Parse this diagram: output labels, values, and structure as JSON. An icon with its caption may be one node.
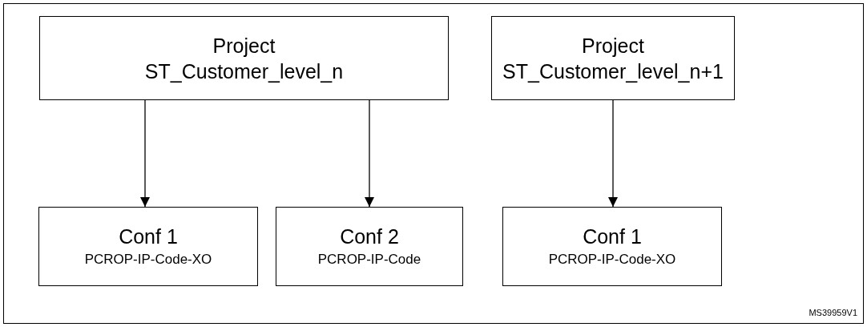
{
  "diagram": {
    "nodes": [
      {
        "text": [
          "Project",
          "ST_Customer_level_n"
        ]
      },
      {
        "text": [
          "Conf 1",
          "PCROP-IP-Code-XO"
        ]
      },
      {
        "text": [
          "Conf 2",
          "PCROP-IP-Code"
        ]
      },
      {
        "text": [
          "Project",
          "ST_Customer_level_n+1"
        ]
      },
      {
        "text": [
          "Conf 1",
          "PCROP-IP-Code-XO"
        ]
      }
    ],
    "edges": [
      {
        "from": 0,
        "to": 1,
        "arrow": "to"
      },
      {
        "from": 0,
        "to": 2,
        "arrow": "to"
      },
      {
        "from": 3,
        "to": 4,
        "arrow": "to"
      }
    ],
    "labels": [
      "MS39959V1"
    ]
  }
}
